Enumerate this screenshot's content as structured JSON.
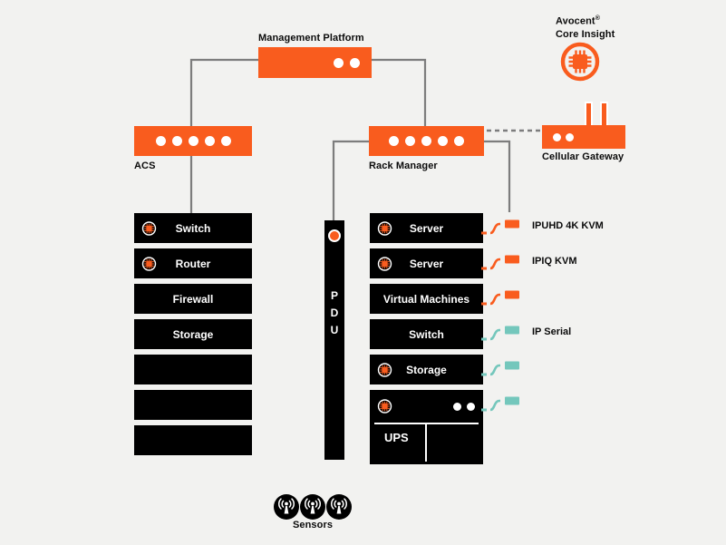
{
  "colors": {
    "orange": "#f95c1e",
    "teal": "#74c7bc",
    "line_gray": "#7d7d7d",
    "background": "#f2f2f0",
    "rack_black": "#000000"
  },
  "management_platform": {
    "label": "Management Platform"
  },
  "acs": {
    "label": "ACS"
  },
  "rack_manager": {
    "label": "Rack Manager"
  },
  "cellular_gateway": {
    "label": "Cellular Gateway"
  },
  "core_insight": {
    "brand": "Avocent",
    "reg_mark": "®",
    "product": "Core Insight"
  },
  "left_rack": {
    "rows": [
      {
        "label": "Switch"
      },
      {
        "label": "Router"
      },
      {
        "label": "Firewall"
      },
      {
        "label": "Storage"
      },
      {
        "label": ""
      },
      {
        "label": ""
      },
      {
        "label": ""
      }
    ]
  },
  "pdu": {
    "label": "PDU"
  },
  "right_rack": {
    "rows": [
      {
        "label": "Server"
      },
      {
        "label": "Server"
      },
      {
        "label": "Virtual Machines"
      },
      {
        "label": "Switch"
      },
      {
        "label": "Storage"
      }
    ],
    "ups_label": "UPS"
  },
  "connectors": [
    {
      "label": "IPUHD 4K KVM",
      "color": "#f95c1e"
    },
    {
      "label": "IPIQ KVM",
      "color": "#f95c1e"
    },
    {
      "label": "",
      "color": "#f95c1e"
    },
    {
      "label": "IP Serial",
      "color": "#74c7bc"
    },
    {
      "label": "",
      "color": "#74c7bc"
    },
    {
      "label": "",
      "color": "#74c7bc"
    }
  ],
  "sensors": {
    "label": "Sensors"
  }
}
